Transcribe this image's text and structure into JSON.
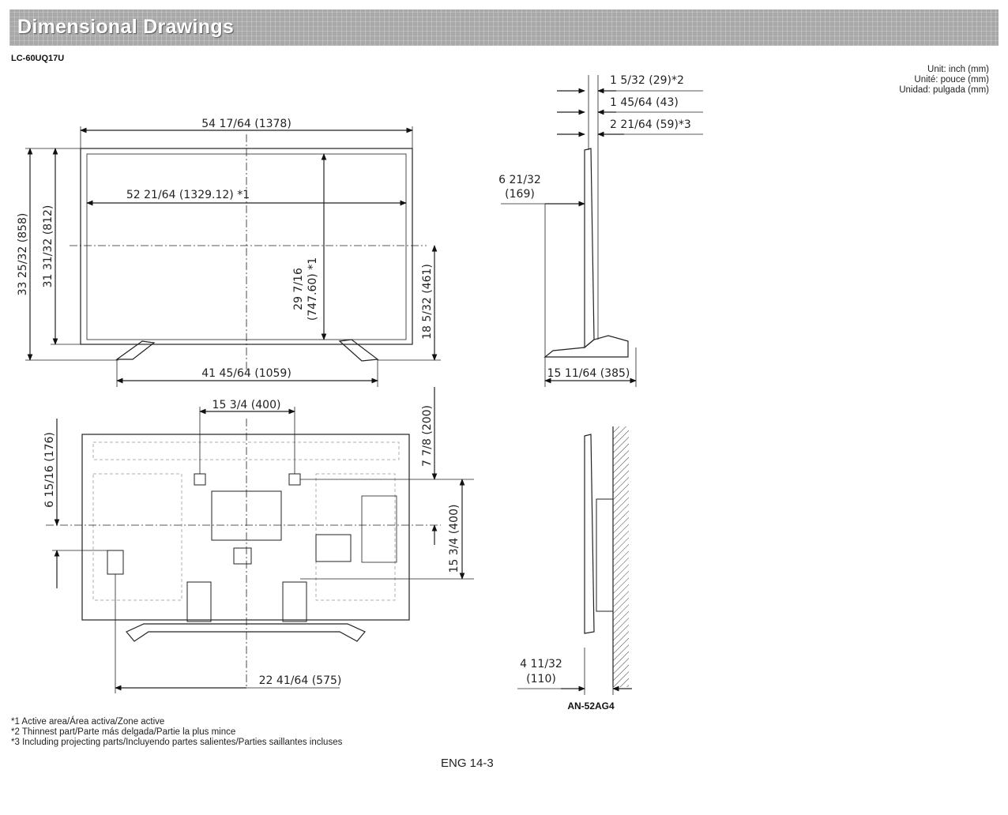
{
  "header": {
    "title": "Dimensional Drawings"
  },
  "model": "LC-60UQ17U",
  "units": [
    "Unit: inch (mm)",
    "Unité: pouce (mm)",
    "Unidad: pulgada (mm)"
  ],
  "front_view": {
    "width_overall": "54 17/64 (1378)",
    "active_width": "52 21/64 (1329.12) *1",
    "active_height_line1": "29 7/16",
    "active_height_line2": "(747.60) *1",
    "height_overall": "33 25/32 (858)",
    "height_body": "31 31/32 (812)",
    "stand_offset": "18 5/32 (461)",
    "stand_width": "41 45/64 (1059)"
  },
  "rear_view": {
    "vesa_horizontal": "15 3/4 (400)",
    "vesa_top_offset": "7 7/8 (200)",
    "vesa_vertical": "15 3/4 (400)",
    "left_offset": "6 15/16 (176)",
    "bottom_offset": "22 41/64 (575)"
  },
  "side_view": {
    "thin_part": "1 5/32 (29)*2",
    "depth_body": "1 45/64 (43)",
    "depth_projecting": "2 21/64 (59)*3",
    "depth_mid_line1": "6 21/32",
    "depth_mid_line2": "(169)",
    "stand_depth": "15 11/64 (385)"
  },
  "wall_view": {
    "wall_gap_line1": "4 11/32",
    "wall_gap_line2": "(110)",
    "bracket_model": "AN-52AG4"
  },
  "notes": [
    "*1 Active area/Área activa/Zone active",
    "*2 Thinnest part/Parte más delgada/Partie la plus mince",
    "*3 Including projecting parts/Incluyendo partes salientes/Parties saillantes incluses"
  ],
  "page_number": "ENG 14-3"
}
